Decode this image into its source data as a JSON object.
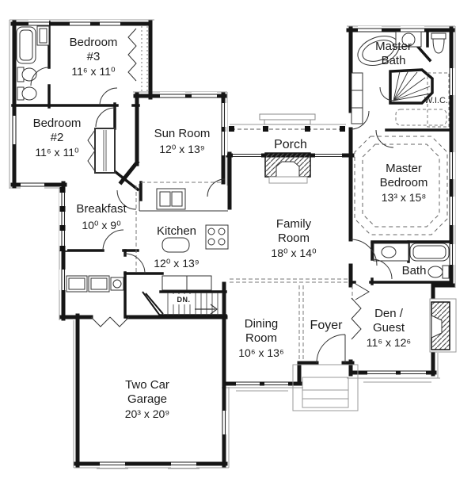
{
  "rooms": {
    "bedroom3": {
      "name_lines": [
        "Bedroom",
        "#3"
      ],
      "dims": "11⁶ x 11⁰"
    },
    "bedroom2": {
      "name_lines": [
        "Bedroom",
        "#2"
      ],
      "dims": "11⁶ x 11⁰"
    },
    "sun_room": {
      "name_lines": [
        "Sun Room"
      ],
      "dims": "12⁰ x 13⁹"
    },
    "porch": {
      "name_lines": [
        "Porch"
      ]
    },
    "master_bath": {
      "name_lines": [
        "Master",
        "Bath"
      ]
    },
    "wic": {
      "name_lines": [
        "W.I.C."
      ]
    },
    "master_bedroom": {
      "name_lines": [
        "Master",
        "Bedroom"
      ],
      "dims": "13³ x 15⁸"
    },
    "breakfast": {
      "name_lines": [
        "Breakfast"
      ],
      "dims": "10⁰ x 9⁰"
    },
    "kitchen": {
      "name_lines": [
        "Kitchen"
      ],
      "dims": "12⁰ x 13⁹"
    },
    "family_room": {
      "name_lines": [
        "Family",
        "Room"
      ],
      "dims": "18⁰ x 14⁰"
    },
    "bath": {
      "name_lines": [
        "Bath"
      ]
    },
    "dining_room": {
      "name_lines": [
        "Dining",
        "Room"
      ],
      "dims": "10⁶ x 13⁶"
    },
    "foyer": {
      "name_lines": [
        "Foyer"
      ]
    },
    "den_guest": {
      "name_lines": [
        "Den /",
        "Guest"
      ],
      "dims": "11⁶ x 12⁶"
    },
    "garage": {
      "name_lines": [
        "Two Car",
        "Garage"
      ],
      "dims": "20³ x 20⁹"
    }
  },
  "annotations": {
    "stairs_down": "DN."
  },
  "colors": {
    "wall": "#161616",
    "thin_line": "#333333",
    "light_line": "#999999",
    "paper": "#ffffff"
  }
}
